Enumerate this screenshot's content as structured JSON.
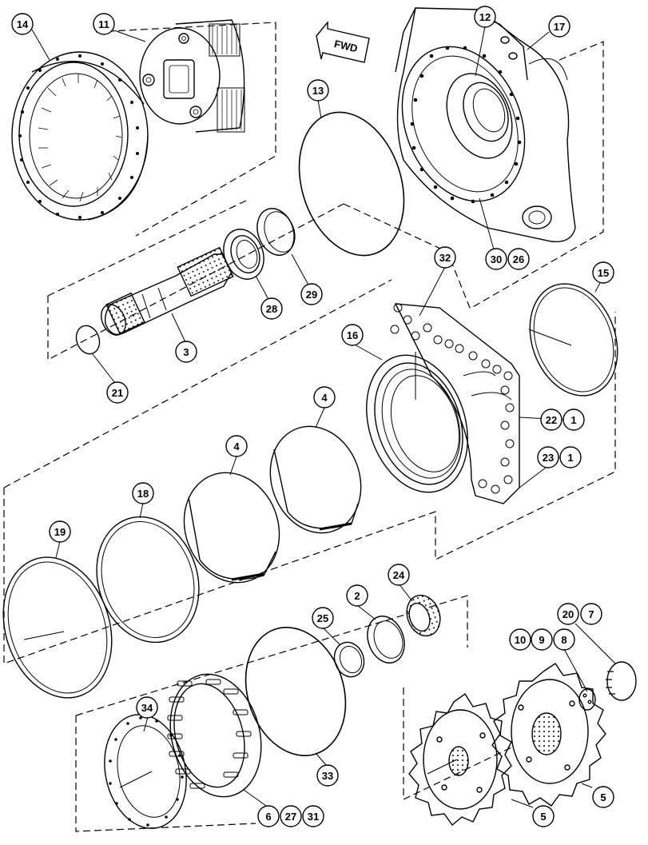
{
  "fwd_label": "FWD",
  "callouts": {
    "c14": "14",
    "c11": "11",
    "c13": "13",
    "c12": "12",
    "c17": "17",
    "c28": "28",
    "c29": "29",
    "c3": "3",
    "c21": "21",
    "c30": "30",
    "c26": "26",
    "c32": "32",
    "c15": "15",
    "c16": "16",
    "c22": "22",
    "c1a": "1",
    "c23": "23",
    "c1b": "1",
    "c4a": "4",
    "c4b": "4",
    "c18": "18",
    "c19": "19",
    "c24": "24",
    "c2": "2",
    "c25": "25",
    "c20": "20",
    "c7": "7",
    "c10": "10",
    "c9": "9",
    "c8": "8",
    "c34": "34",
    "c33": "33",
    "c6": "6",
    "c27": "27",
    "c31": "31",
    "c5a": "5",
    "c5b": "5"
  }
}
